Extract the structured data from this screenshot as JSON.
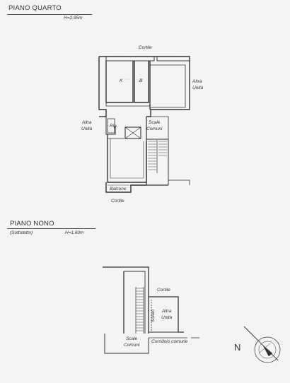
{
  "floor4": {
    "title": "PIANO QUARTO",
    "height": "H=2.95m",
    "labels": {
      "cortile_top": "Cortile",
      "cortile_bottom": "Cortile",
      "k": "K",
      "b": "B",
      "altra_right_1": "Altra",
      "altra_right_2": "Unità",
      "altra_left_1": "Altra",
      "altra_left_2": "Unità",
      "rip": "Rip.",
      "scale_1": "Scale",
      "scale_2": "Comuni",
      "balcone": "Balcone"
    }
  },
  "floor9": {
    "title": "PIANO NONO",
    "subtitle": "(Sottotetto)",
    "height": "H=1.60m",
    "labels": {
      "cortile": "Cortile",
      "solaio": "Solaio",
      "altra_1": "Altra",
      "altra_2": "Unità",
      "scale_1": "Scale",
      "scale_2": "Comuni",
      "corridoio": "Corridoio comune"
    }
  },
  "north": {
    "letter": "N"
  }
}
